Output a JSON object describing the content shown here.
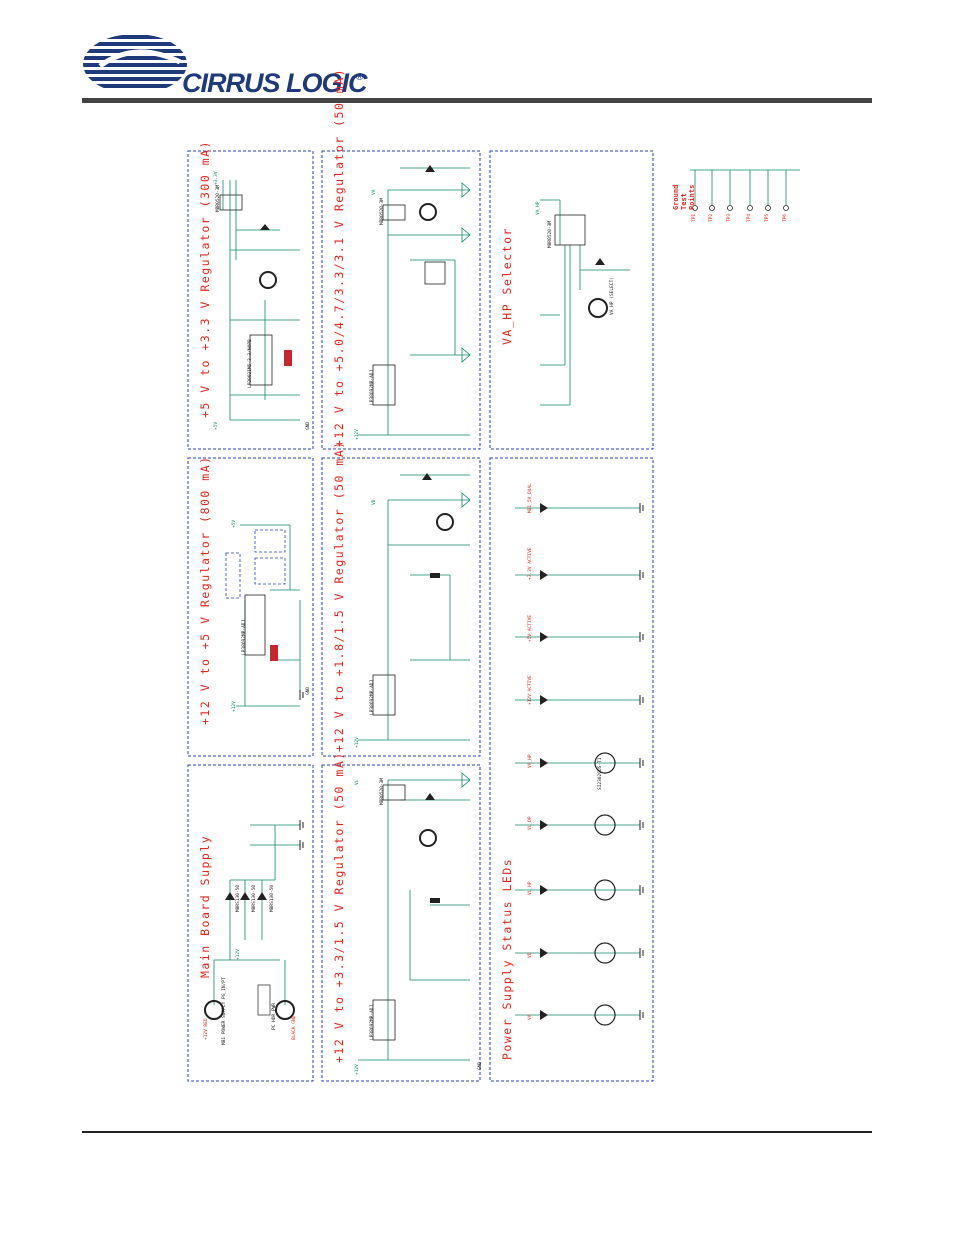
{
  "brand": {
    "name": "CIRRUS LOGIC",
    "trademark": "®"
  },
  "sections": {
    "main_supply": "Main Board Supply",
    "reg_12_5": "+12 V to +5 V Regulator (800 mA)",
    "reg_5_33": "+5 V to +3.3 V Regulator (300 mA)",
    "reg_12_33_15": "+12 V to +3.3/1.5 V Regulator (50 mA)",
    "reg_12_18_15": "+12 V to +1.8/1.5 V Regulator (50 mA)",
    "reg_12_50": "+12 V to +5.0/4.7/3.3/3.1 V Regulator (50 mA)",
    "leds": "Power Supply Status LEDs",
    "va_hp": "VA_HP Selector",
    "ground": "Ground Test Points"
  },
  "labels": {
    "j_red": "+12V RED",
    "j_black": "BLACK GND",
    "pc_header": "PC HDR PWR",
    "pc_supply": "MB1 POWER SUPPLY PG_IN/PT",
    "diode_1": "MBRS130-50",
    "diode_2": "MBRS130-50",
    "diode_3": "MBRS130-50",
    "reg_a": "LP38692MP-ADJ",
    "reg_b": "LP38692MP-ADJ",
    "reg_c": "LP38692MP-ADJ",
    "reg_d": "LP2992IM5-3.3/NOPB",
    "switch": "MBR0520-3M",
    "mosfet": "SI2302CDS-T1",
    "gnd": "GND",
    "p12v": "+12V",
    "p5v": "+5V",
    "p33v": "+3.3V",
    "va_hp_label": "VA_HP",
    "vl_hp_label": "VL_HP",
    "vd_label": "VD",
    "va_label": "VA",
    "vl_label": "VL",
    "vd_hp_label": "VD_HP",
    "va_hp_sel": "VA_HP (SELECT)"
  },
  "led_labels": [
    "VA",
    "VD",
    "VL_HP",
    "VL_DP",
    "VA_HP",
    "+12V ACTIVE",
    "+5V ACTIVE",
    "+3.3V ACTIVE",
    "MB1_5V_DUAL"
  ],
  "test_points": [
    "TP1",
    "TP2",
    "TP3",
    "TP4",
    "TP5",
    "TP6"
  ],
  "colors": {
    "wire": "#0a8a6a",
    "label": "#e0261c",
    "box": "#2a3fc0",
    "part": "#222222",
    "logo": "#1f3a7a"
  }
}
